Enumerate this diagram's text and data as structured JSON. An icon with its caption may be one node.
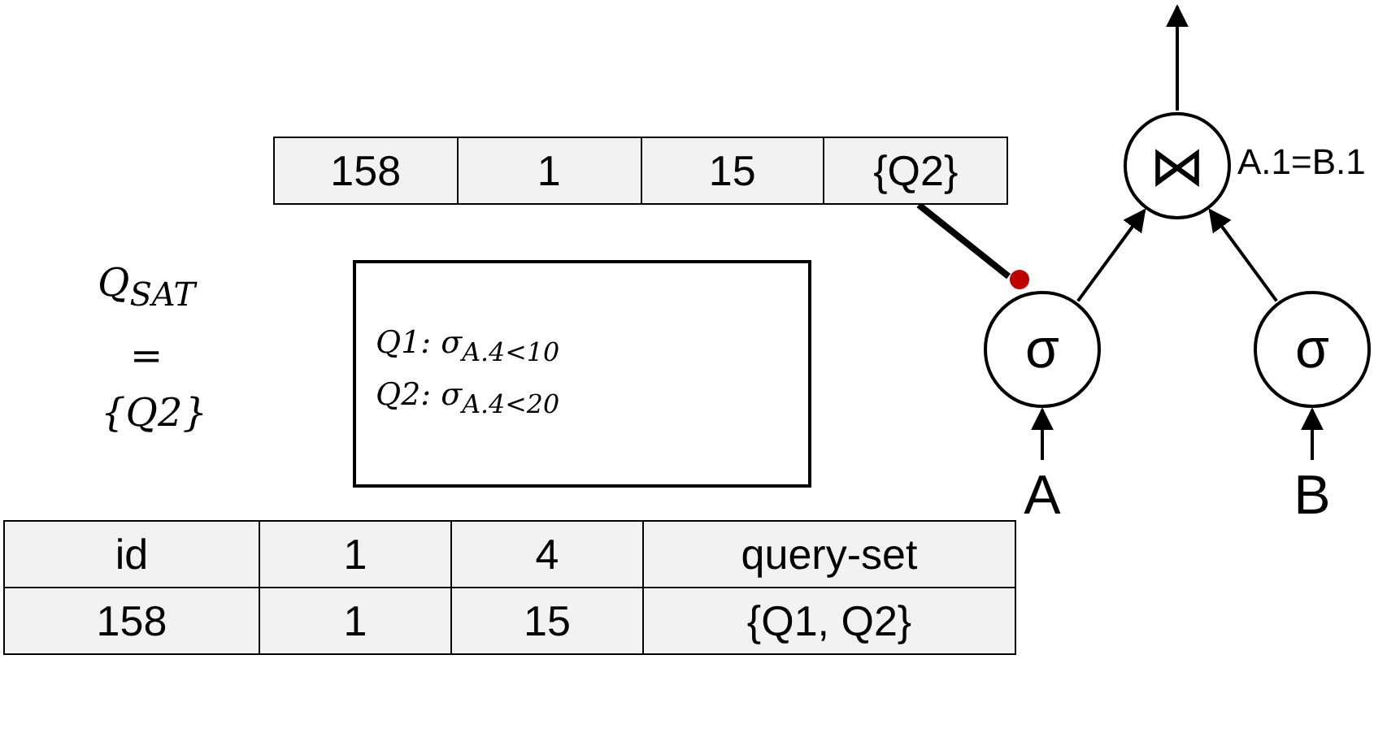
{
  "diagram": {
    "nodes": [
      {
        "text": [
          "⋈"
        ],
        "beside": [
          "A.1=B.1"
        ]
      },
      {
        "text": [
          "σ"
        ]
      },
      {
        "text": [
          "σ"
        ]
      },
      {
        "text": [
          "A"
        ]
      },
      {
        "text": [
          "B"
        ]
      },
      {
        "text": [
          "158",
          "1",
          "15",
          "{Q2}"
        ]
      },
      {
        "text": [],
        "shape": "circle"
      },
      {
        "text": [
          "Q1: σ$_{A.4<10}$",
          "Q2: σ$_{A.4<20}$"
        ]
      }
    ],
    "edges": [
      {
        "from": 0,
        "to": null,
        "arrow": "to"
      },
      {
        "from": 1,
        "to": 0,
        "arrow": "to"
      },
      {
        "from": 2,
        "to": 0,
        "arrow": "to"
      },
      {
        "from": 3,
        "to": 1,
        "arrow": "to"
      },
      {
        "from": 4,
        "to": 2,
        "arrow": "to"
      },
      {
        "from": 5,
        "to": 6,
        "arrow": "none",
        "style": "thick"
      }
    ],
    "labels": [
      "Q$_{SAT}$",
      "=",
      "{Q2}",
      "id",
      "1",
      "4",
      "query-set",
      "158",
      "1",
      "15",
      "{Q1, Q2}"
    ]
  }
}
